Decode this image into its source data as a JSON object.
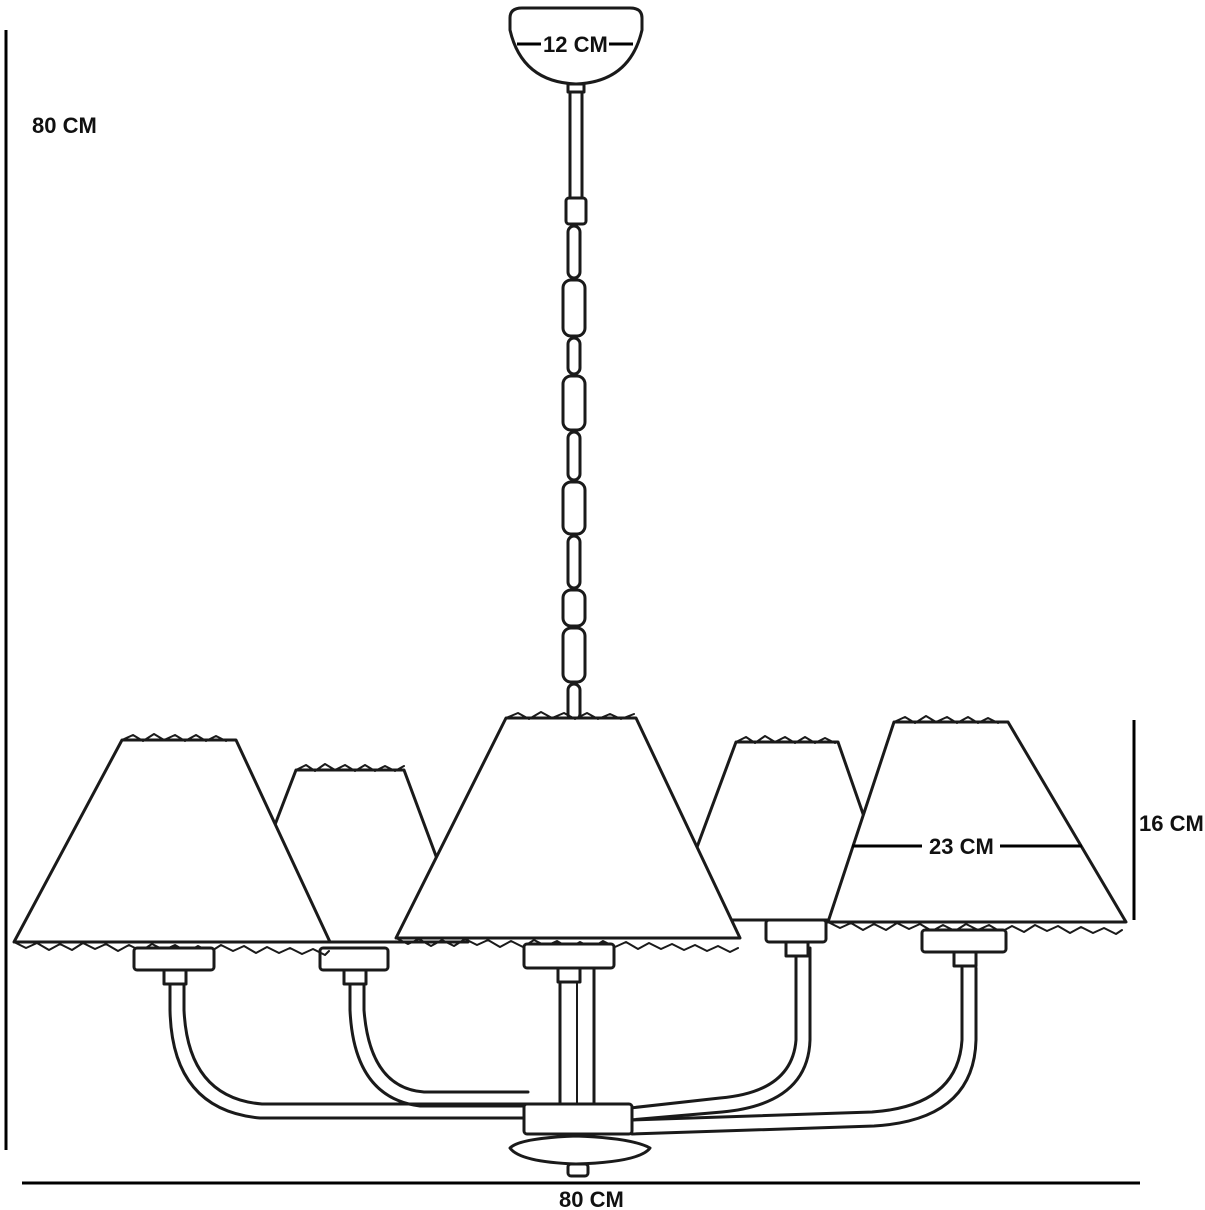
{
  "dimensions": {
    "total_height": "80 CM",
    "total_width": "80 CM",
    "canopy_diameter": "12 CM",
    "shade_height": "16 CM",
    "shade_diameter": "23 CM"
  },
  "colors": {
    "line": "#1a1a1a",
    "background": "#ffffff"
  }
}
